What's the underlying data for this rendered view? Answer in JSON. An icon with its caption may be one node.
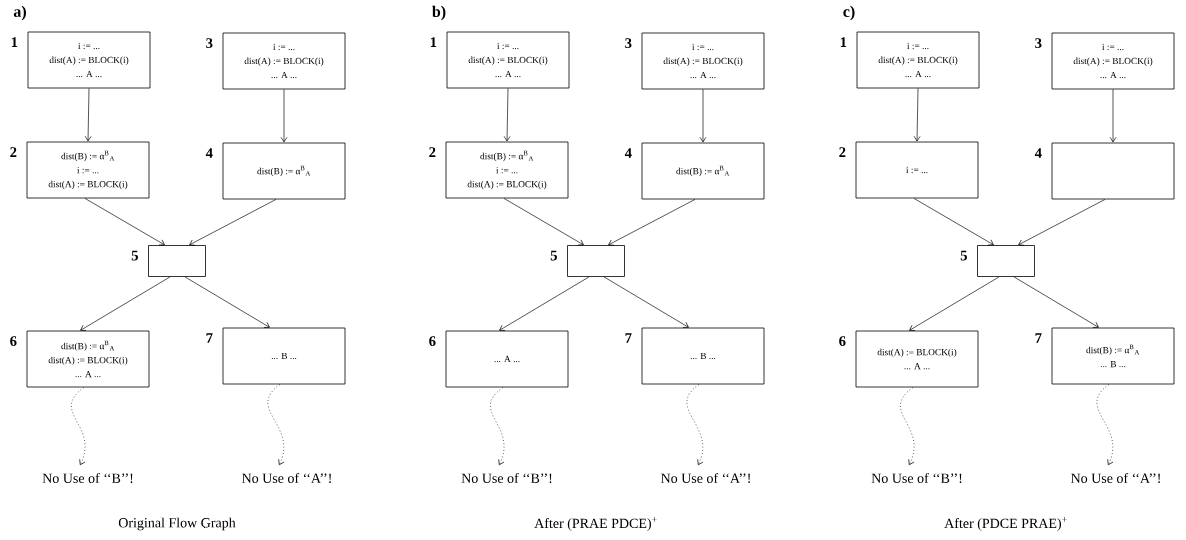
{
  "diagram": {
    "nodes": [
      {
        "text": [
          "i := ...",
          "dist(A) := BLOCK(i)",
          "... A ..."
        ],
        "beside": [
          "1"
        ]
      },
      {
        "text": [
          "dist(B) :=  α$^{B}$$_{A}$",
          "i := ...",
          "dist(A) := BLOCK(i)"
        ],
        "beside": [
          "2"
        ]
      },
      {
        "text": [
          "i := ...",
          "dist(A) := BLOCK(i)",
          "... A ..."
        ],
        "beside": [
          "3"
        ]
      },
      {
        "text": [
          "dist(B) :=  α$^{B}$$_{A}$"
        ],
        "beside": [
          "4"
        ]
      },
      {
        "text": [],
        "shape": "box",
        "beside": [
          "5"
        ]
      },
      {
        "text": [
          "dist(B) :=  α$^{B}$$_{A}$",
          "dist(A) := BLOCK(i)",
          "... A ..."
        ],
        "beside": [
          "6"
        ]
      },
      {
        "text": [
          "... B ..."
        ],
        "beside": [
          "7"
        ]
      },
      {
        "text": [
          "No Use of ‘‘B’’!"
        ]
      },
      {
        "text": [
          "No Use of ‘‘A’’!"
        ]
      },
      {
        "text": [
          "i := ...",
          "dist(A) := BLOCK(i)",
          "... A ..."
        ],
        "beside": [
          "1"
        ]
      },
      {
        "text": [
          "dist(B) :=  α$^{B}$$_{A}$",
          "i := ...",
          "dist(A) := BLOCK(i)"
        ],
        "beside": [
          "2"
        ]
      },
      {
        "text": [
          "i := ...",
          "dist(A) := BLOCK(i)",
          "... A ..."
        ],
        "beside": [
          "3"
        ]
      },
      {
        "text": [
          "dist(B) :=  α$^{B}$$_{A}$"
        ],
        "beside": [
          "4"
        ]
      },
      {
        "text": [],
        "shape": "box",
        "beside": [
          "5"
        ]
      },
      {
        "text": [
          "... A ..."
        ],
        "beside": [
          "6"
        ]
      },
      {
        "text": [
          "... B ..."
        ],
        "beside": [
          "7"
        ]
      },
      {
        "text": [
          "No Use of ‘‘B’’!"
        ]
      },
      {
        "text": [
          "No Use of ‘‘A’’!"
        ]
      },
      {
        "text": [
          "i := ...",
          "dist(A) := BLOCK(i)",
          "... A ..."
        ],
        "beside": [
          "1"
        ]
      },
      {
        "text": [
          "i := ..."
        ],
        "beside": [
          "2"
        ]
      },
      {
        "text": [
          "i := ...",
          "dist(A) := BLOCK(i)",
          "... A ..."
        ],
        "beside": [
          "3"
        ]
      },
      {
        "text": [],
        "shape": "box",
        "beside": [
          "4"
        ]
      },
      {
        "text": [],
        "shape": "box",
        "beside": [
          "5"
        ]
      },
      {
        "text": [
          "dist(A) := BLOCK(i)",
          "... A ..."
        ],
        "beside": [
          "6"
        ]
      },
      {
        "text": [
          "dist(B) :=  α$^{B}$$_{A}$",
          "... B ..."
        ],
        "beside": [
          "7"
        ]
      },
      {
        "text": [
          "No Use of ‘‘B’’!"
        ]
      },
      {
        "text": [
          "No Use of ‘‘A’’!"
        ]
      }
    ],
    "edges": [
      {
        "from": 0,
        "to": 1,
        "arrow": "to"
      },
      {
        "from": 2,
        "to": 3,
        "arrow": "to"
      },
      {
        "from": 1,
        "to": 4,
        "arrow": "to"
      },
      {
        "from": 3,
        "to": 4,
        "arrow": "to"
      },
      {
        "from": 4,
        "to": 5,
        "arrow": "to"
      },
      {
        "from": 4,
        "to": 6,
        "arrow": "to"
      },
      {
        "from": 5,
        "to": 7,
        "arrow": "to",
        "style": "dashed"
      },
      {
        "from": 6,
        "to": 8,
        "arrow": "to",
        "style": "dashed"
      },
      {
        "from": 9,
        "to": 10,
        "arrow": "to"
      },
      {
        "from": 11,
        "to": 12,
        "arrow": "to"
      },
      {
        "from": 10,
        "to": 13,
        "arrow": "to"
      },
      {
        "from": 12,
        "to": 13,
        "arrow": "to"
      },
      {
        "from": 13,
        "to": 14,
        "arrow": "to"
      },
      {
        "from": 13,
        "to": 15,
        "arrow": "to"
      },
      {
        "from": 14,
        "to": 16,
        "arrow": "to",
        "style": "dashed"
      },
      {
        "from": 15,
        "to": 17,
        "arrow": "to",
        "style": "dashed"
      },
      {
        "from": 18,
        "to": 19,
        "arrow": "to"
      },
      {
        "from": 20,
        "to": 21,
        "arrow": "to"
      },
      {
        "from": 19,
        "to": 22,
        "arrow": "to"
      },
      {
        "from": 21,
        "to": 22,
        "arrow": "to"
      },
      {
        "from": 22,
        "to": 23,
        "arrow": "to"
      },
      {
        "from": 22,
        "to": 24,
        "arrow": "to"
      },
      {
        "from": 23,
        "to": 25,
        "arrow": "to",
        "style": "dashed"
      },
      {
        "from": 24,
        "to": 26,
        "arrow": "to",
        "style": "dashed"
      }
    ],
    "labels": [
      "a)",
      "b)",
      "c)",
      "Original Flow Graph",
      "After (PRAE PDCE)$^{+}$",
      "After (PDCE PRAE)$^{+}$"
    ]
  }
}
